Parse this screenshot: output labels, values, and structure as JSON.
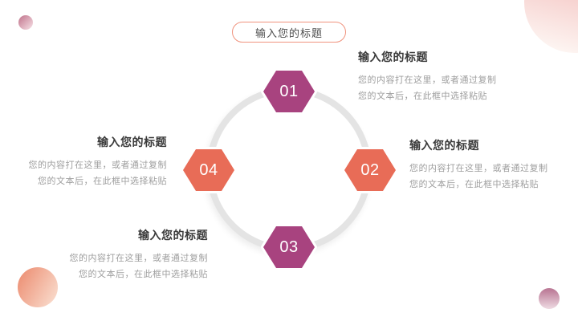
{
  "slide": {
    "title_pill": "输入您的标题",
    "colors": {
      "purple": "#a8437f",
      "coral": "#e86c57",
      "ring_gray": "#e4e4e4",
      "pill_border": "#f0937e"
    }
  },
  "steps": [
    {
      "number": "01",
      "color": "#a8437f"
    },
    {
      "number": "02",
      "color": "#e86c57"
    },
    {
      "number": "03",
      "color": "#a8437f"
    },
    {
      "number": "04",
      "color": "#e86c57"
    }
  ],
  "blocks": [
    {
      "title": "输入您的标题",
      "line1": "您的内容打在这里，或者通过复制",
      "line2": "您的文本后，在此框中选择粘贴"
    },
    {
      "title": "输入您的标题",
      "line1": "您的内容打在这里，或者通过复制",
      "line2": "您的文本后，在此框中选择粘贴"
    },
    {
      "title": "输入您的标题",
      "line1": "您的内容打在这里，或者通过复制",
      "line2": "您的文本后，在此框中选择粘贴"
    },
    {
      "title": "输入您的标题",
      "line1": "您的内容打在这里，或者通过复制",
      "line2": "您的文本后，在此框中选择粘贴"
    }
  ]
}
